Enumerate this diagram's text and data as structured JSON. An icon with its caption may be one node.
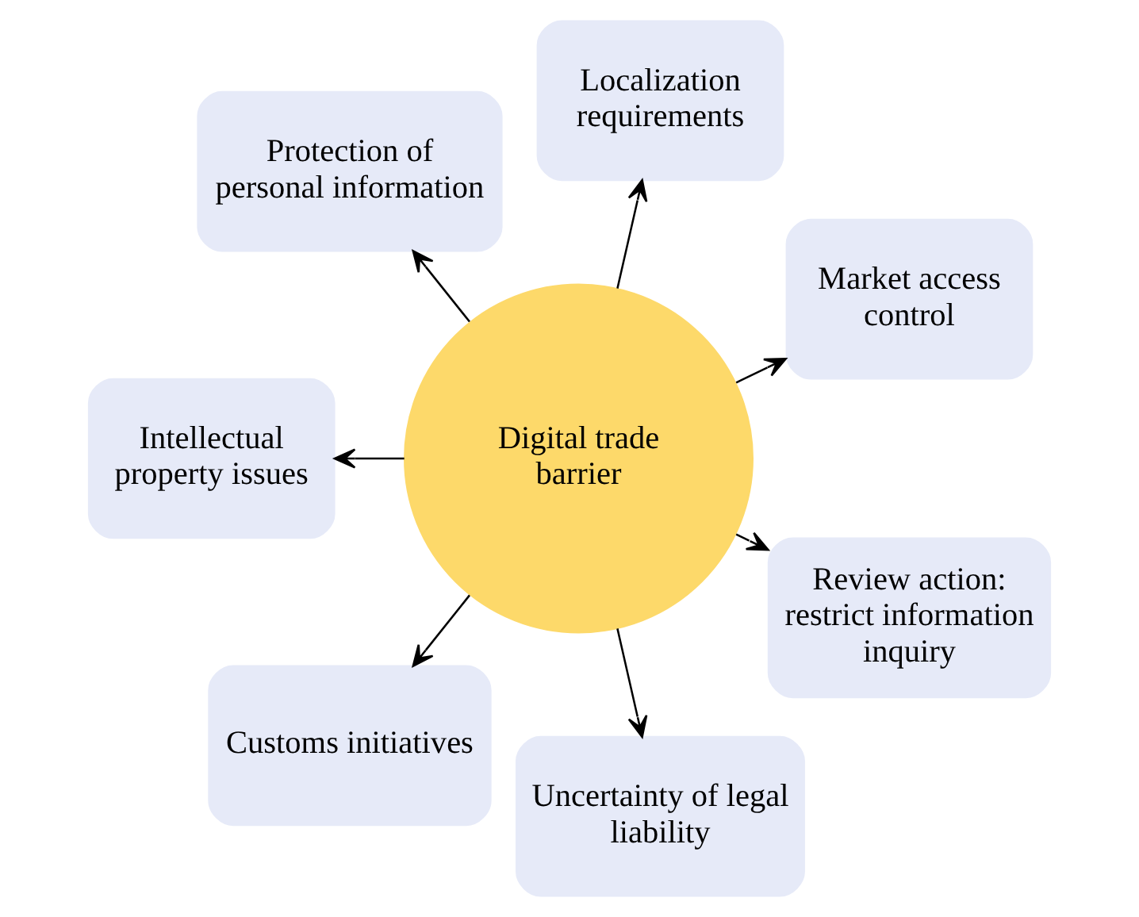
{
  "diagram": {
    "nodes": [
      {
        "text": [
          "Market access control"
        ]
      },
      {
        "text": [
          "Localization requirements"
        ]
      },
      {
        "text": [
          "Protection of personal information"
        ]
      },
      {
        "text": [
          "Intellectual property issues"
        ]
      },
      {
        "text": [
          "Digital trade barrier"
        ]
      },
      {
        "text": [
          "Customs initiatives"
        ]
      },
      {
        "text": [
          "Uncertainty of legal liability"
        ]
      },
      {
        "text": [
          "Review action: restrict information inquiry"
        ]
      }
    ],
    "edges": [
      {
        "from": 4,
        "to": 0,
        "arrow": "to"
      },
      {
        "from": 4,
        "to": 1,
        "arrow": "to"
      },
      {
        "from": 4,
        "to": 2,
        "arrow": "to"
      },
      {
        "from": 4,
        "to": 3,
        "arrow": "to"
      },
      {
        "from": 4,
        "to": 5,
        "arrow": "to"
      },
      {
        "from": 4,
        "to": 6,
        "arrow": "to"
      },
      {
        "from": 4,
        "to": 7,
        "arrow": "to"
      }
    ]
  }
}
